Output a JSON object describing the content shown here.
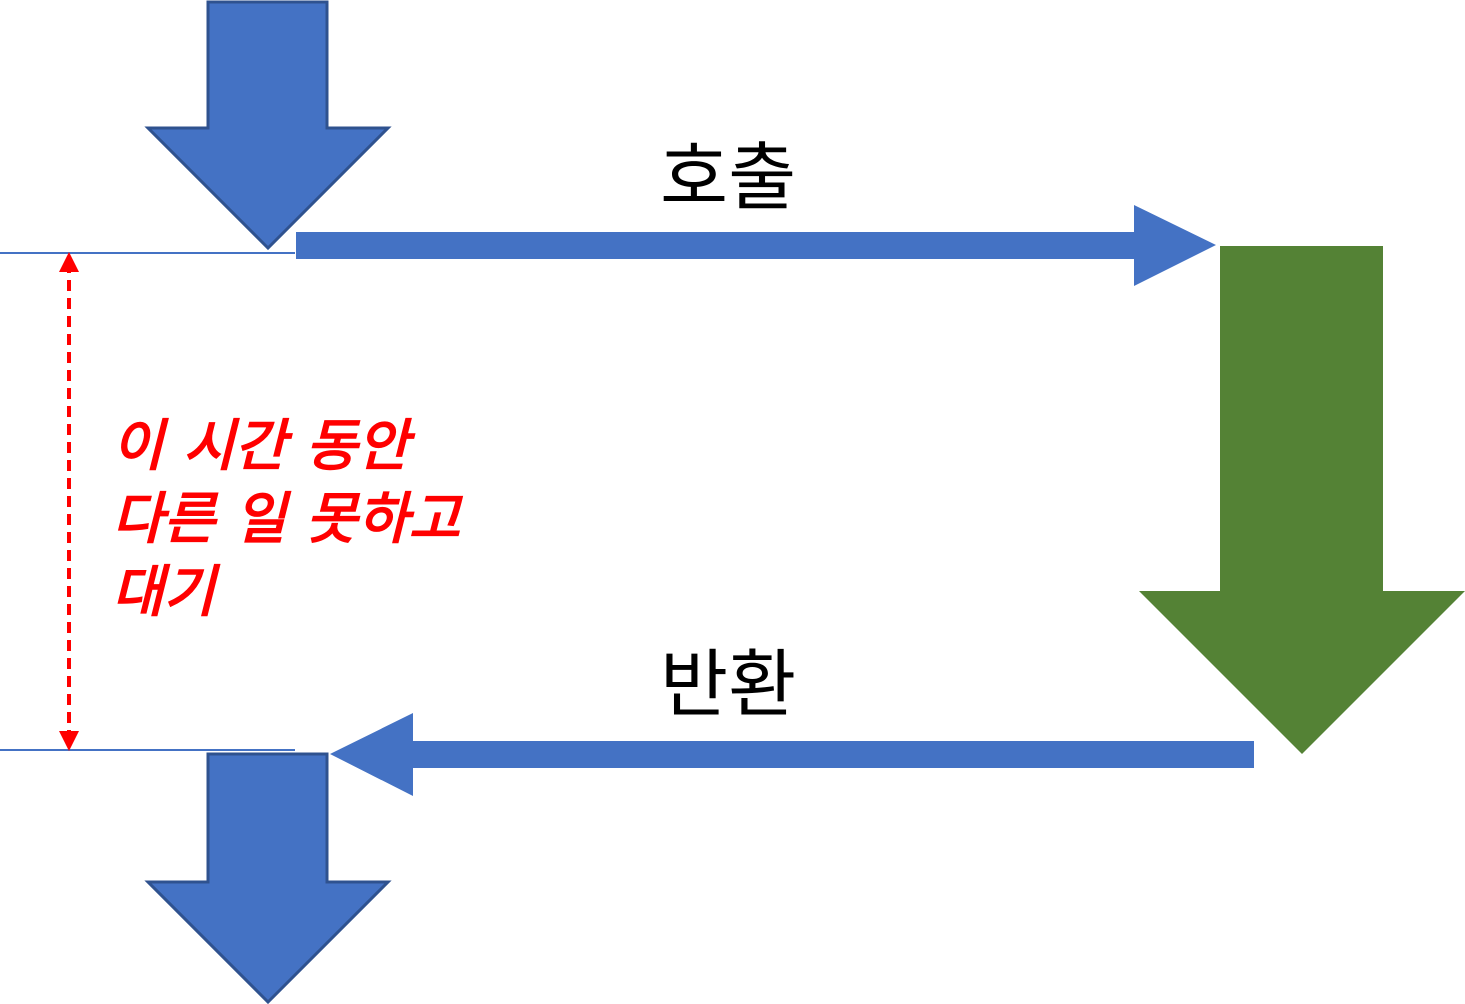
{
  "labels": {
    "call": "호출",
    "return": "반환"
  },
  "wait_note": {
    "lines": [
      "이 시간 동안",
      "다른 일 못하고",
      "대기"
    ]
  },
  "colors": {
    "caller_arrow": "#4472c4",
    "caller_arrow_outline": "#2f528f",
    "callee_arrow": "#548235",
    "flow_arrow": "#4472c4",
    "guide_line": "#4472c4",
    "wait_marker": "#ff0000",
    "label_text": "#000000"
  }
}
